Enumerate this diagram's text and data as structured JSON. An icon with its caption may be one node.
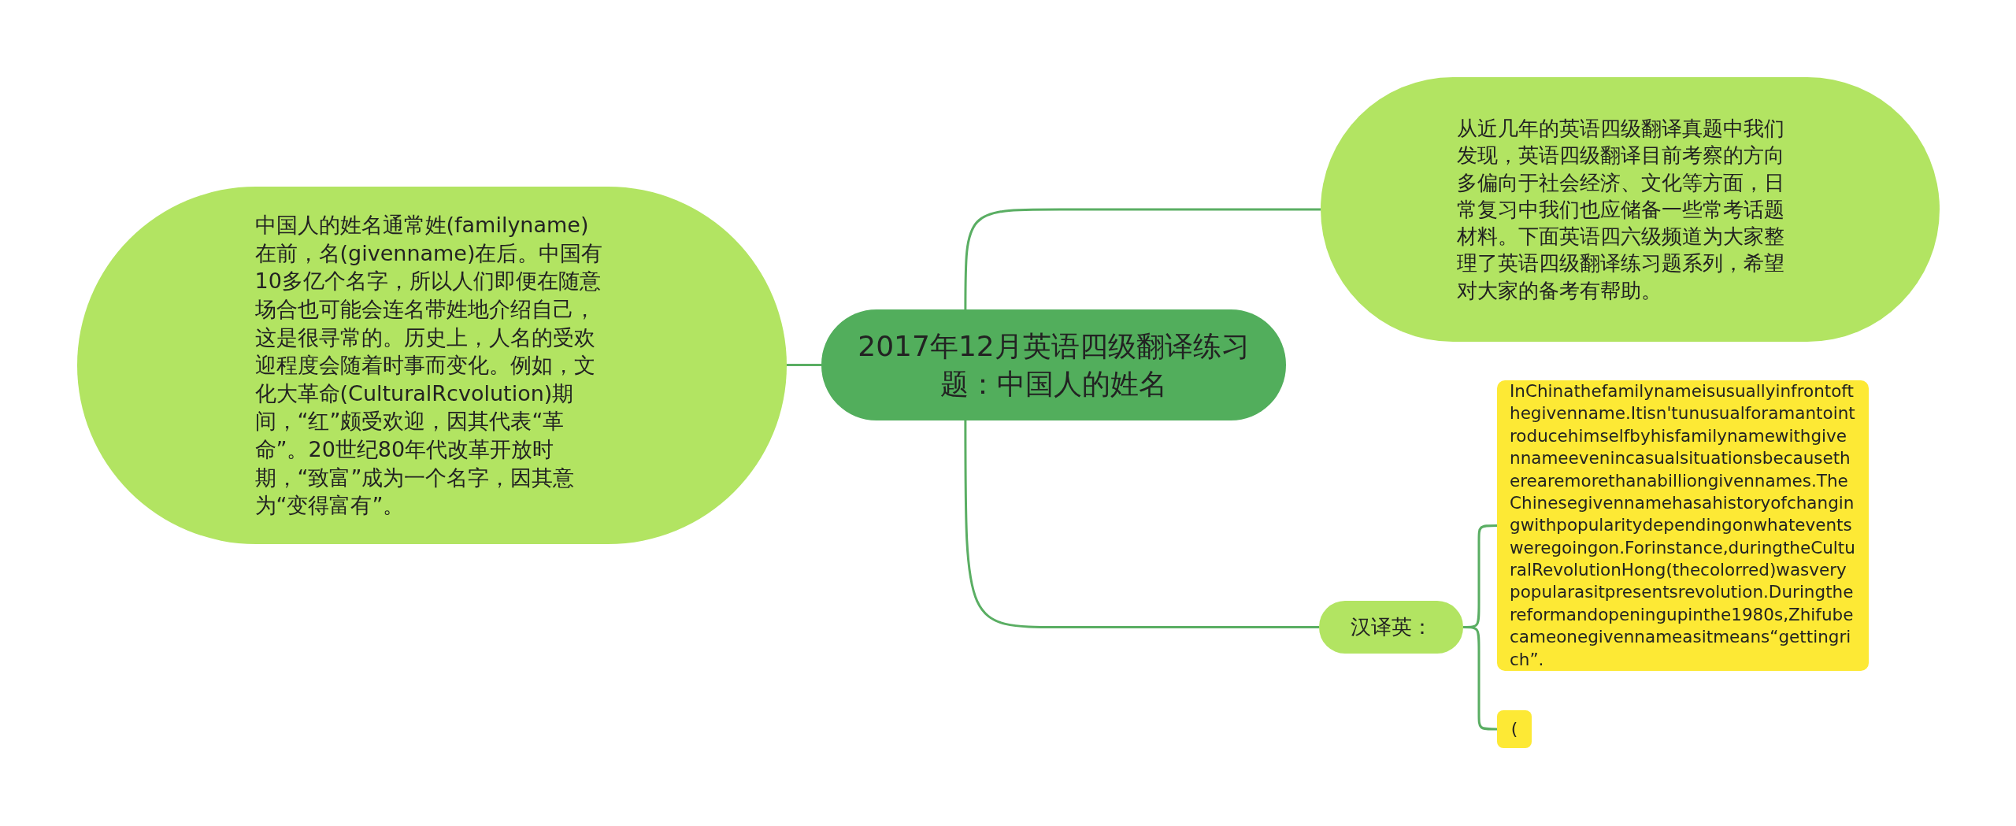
{
  "diagram": {
    "nodes": [
      {
        "text": [
          "2017年12月英语四级翻译练习题：中国人的姓名"
        ]
      },
      {
        "text": [
          "中国人的姓名通常姓(familyname)在前，名(givenname)在后。中国有10多亿个名字，所以人们即便在随意场合也可能会连名带姓地介绍自己，这是很寻常的。历史上，人名的受欢迎程度会随着时事而变化。例如，文化大革命(CulturalRcvolution)期间，“红”颇受欢迎，因其代表“革命”。20世纪80年代改革开放时期，“致富”成为一个名字，因其意为“变得富有”。"
        ]
      },
      {
        "text": [
          "从近几年的英语四级翻译真题中我们发现，英语四级翻译目前考察的方向多偏向于社会经济、文化等方面，日常复习中我们也应储备一些常考话题材料。下面英语四六级频道为大家整理了英语四级翻译练习题系列，希望对大家的备考有帮助。"
        ]
      },
      {
        "text": [
          "汉译英："
        ]
      },
      {
        "text": [
          "InChinathefamilynameisusuallyinfrontofthegivenname.Itisn'tunusualforamantointroducehimselfbyhisfamilynamewithgivennameevenincasualsituationsbecausetherearemorethanabilliongivennames.TheChinesegivennamehasahistoryofchangingwithpopularitydependingonwhateventsweregoingon.Forinstance,duringtheCulturalRevolutionHong(thecolorred)wasverypopularasitpresentsrevolution.Duringthereformandopeningupinthe1980s,Zhifubecameonegivennameasitmeans“gettingrich”."
        ]
      },
      {
        "text": [
          "("
        ]
      }
    ],
    "edges": [
      {
        "from": 0,
        "to": 1,
        "arrow": "none"
      },
      {
        "from": 0,
        "to": 2,
        "arrow": "none"
      },
      {
        "from": 0,
        "to": 3,
        "arrow": "none"
      },
      {
        "from": 3,
        "to": 4,
        "arrow": "none"
      },
      {
        "from": 3,
        "to": 5,
        "arrow": "none"
      }
    ]
  }
}
